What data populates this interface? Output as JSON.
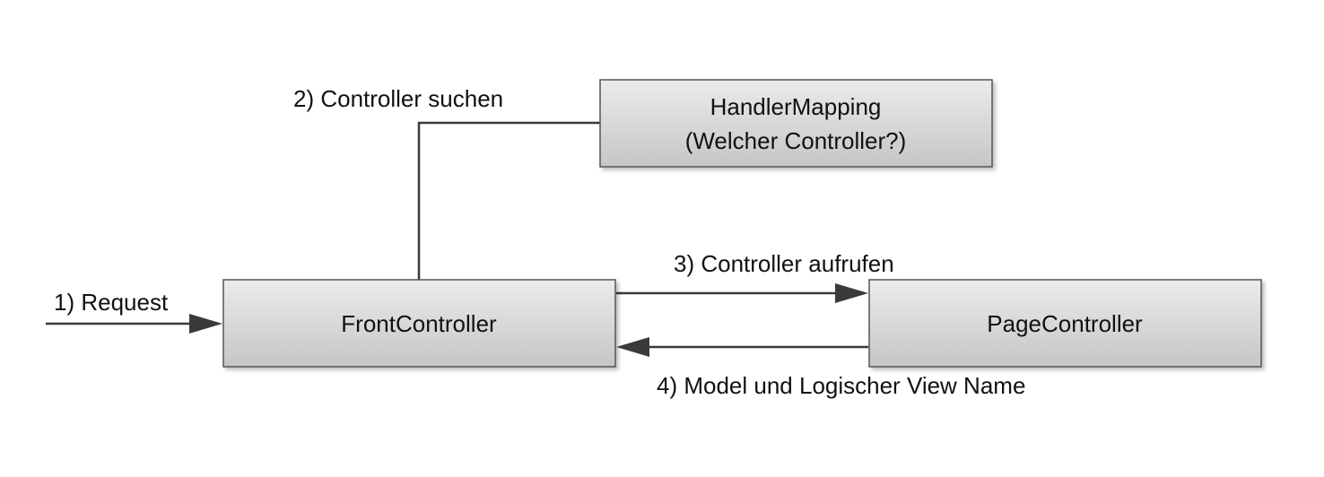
{
  "nodes": {
    "handler_mapping": {
      "line1": "HandlerMapping",
      "line2": "(Welcher Controller?)"
    },
    "front_controller": {
      "label": "FrontController"
    },
    "page_controller": {
      "label": "PageController"
    }
  },
  "edges": {
    "request": "1) Request",
    "controller_suchen": "2) Controller suchen",
    "controller_aufrufen": "3) Controller aufrufen",
    "model_view": "4) Model und Logischer View Name"
  },
  "colors": {
    "box_fill_light": "#e8e8e8",
    "box_fill_dark": "#c9c9c9",
    "box_border": "#555555",
    "line": "#3a3a3a",
    "text": "#111111"
  }
}
